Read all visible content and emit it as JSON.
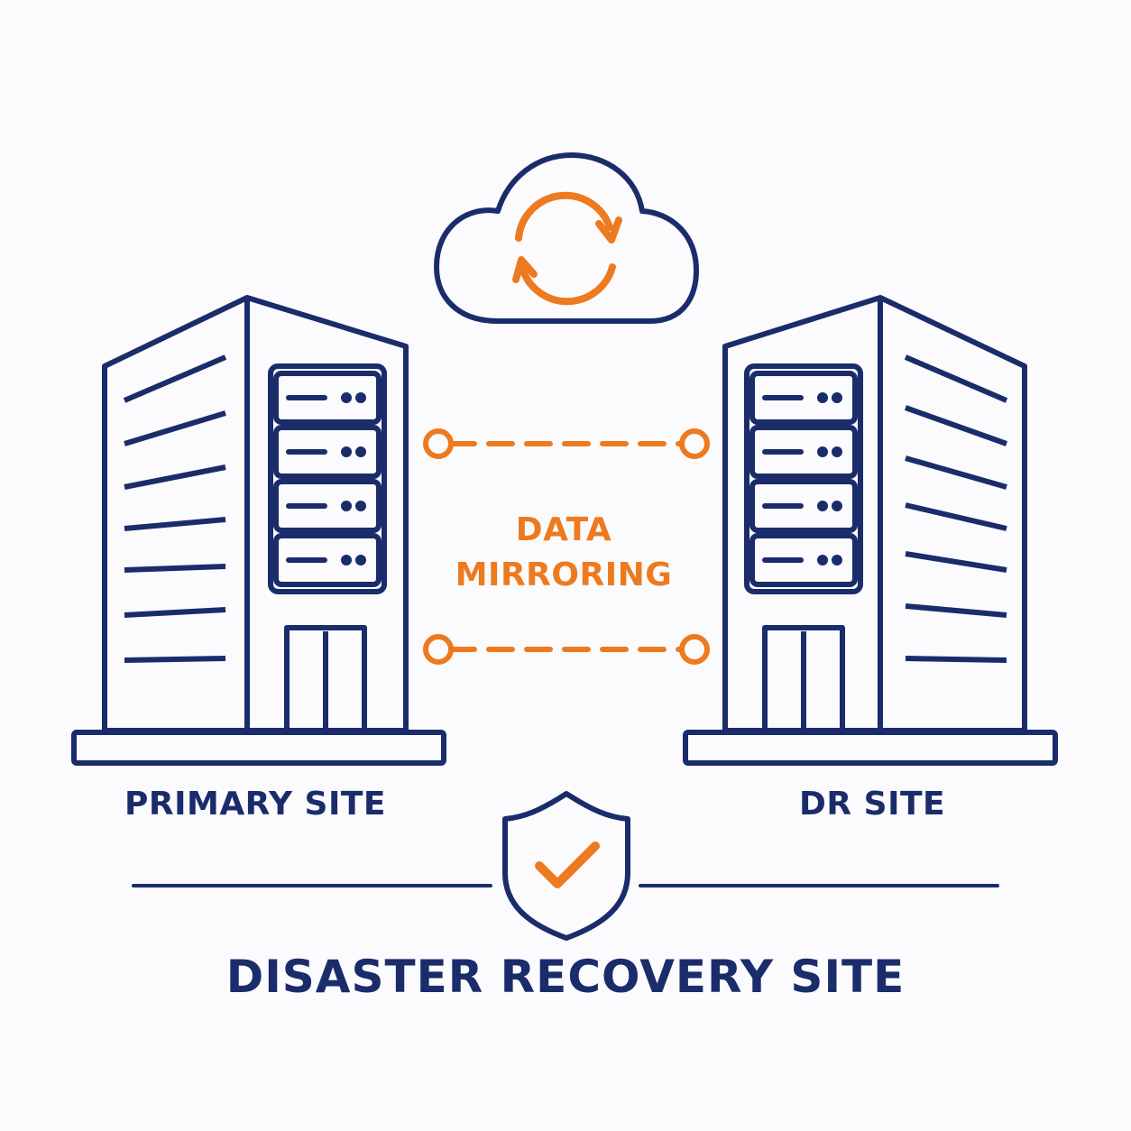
{
  "colors": {
    "navy": "#1b2c6b",
    "orange": "#ee7a1f",
    "background": "#fbfbfd"
  },
  "icons": [
    "cloud-icon",
    "sync-icon",
    "building-icon",
    "server-rack-icon",
    "shield-check-icon"
  ],
  "sites": {
    "primary": {
      "label": "PRIMARY SITE"
    },
    "dr": {
      "label": "DR SITE"
    }
  },
  "link": {
    "line1": "DATA",
    "line2": "MIRRORING"
  },
  "footer": {
    "title": "DISASTER RECOVERY SITE"
  }
}
